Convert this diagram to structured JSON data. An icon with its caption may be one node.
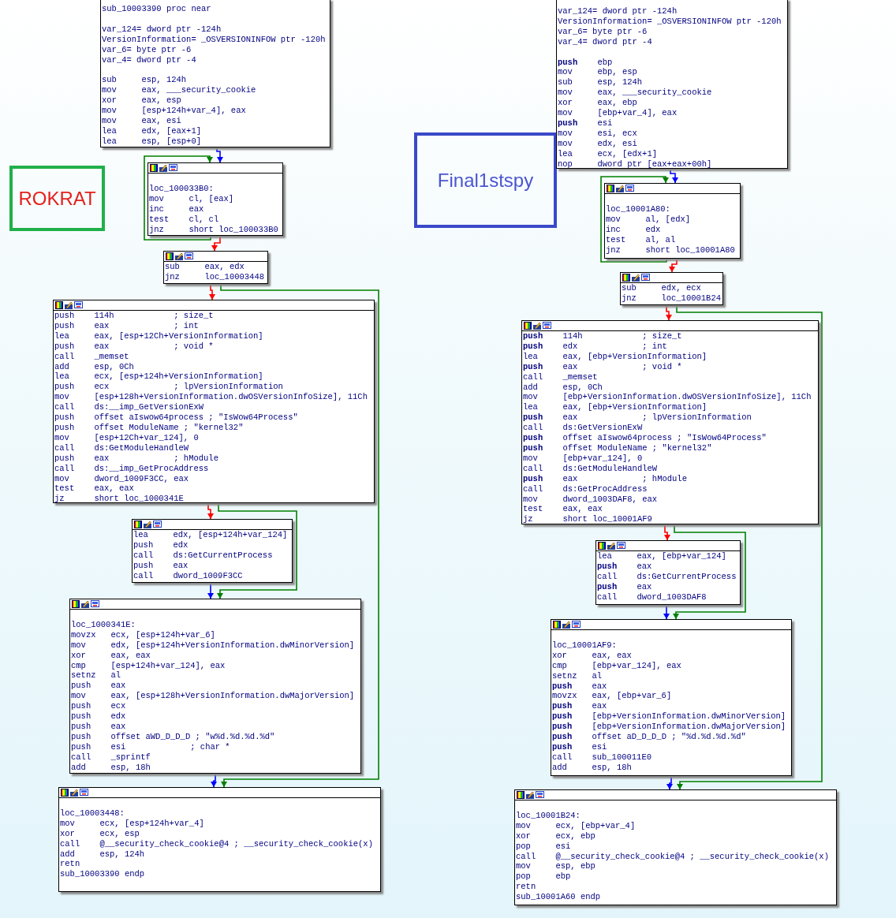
{
  "diagram": {
    "nodes": [
      {
        "text": [
          "ROKRAT"
        ]
      },
      {
        "text": [
          "sub_10003390 proc near",
          "var_124= dword ptr -124h",
          "VersionInformation= _OSVERSIONINFOW ptr -120h",
          "var_6= byte ptr -6",
          "var_4= dword ptr -4",
          "sub     esp, 124h",
          "mov     eax, ___security_cookie",
          "xor     eax, esp",
          "mov     [esp+124h+var_4], eax",
          "mov     eax, esi",
          "lea     edx, [eax+1]",
          "lea     esp, [esp+0]"
        ]
      },
      {
        "text": [
          "loc_100033B0:",
          "mov     cl, [eax]",
          "inc     eax",
          "test    cl, cl",
          "jnz     short loc_100033B0"
        ]
      },
      {
        "text": [
          "sub     eax, edx",
          "jnz     loc_10003448"
        ]
      },
      {
        "text": [
          "push    114h            ; size_t",
          "push    eax             ; int",
          "lea     eax, [esp+12Ch+VersionInformation]",
          "push    eax             ; void *",
          "call    _memset",
          "add     esp, 0Ch",
          "lea     ecx, [esp+124h+VersionInformation]",
          "push    ecx             ; lpVersionInformation",
          "mov     [esp+128h+VersionInformation.dwOSVersionInfoSize], 11Ch",
          "call    ds:__imp_GetVersionExW",
          "push    offset aIswow64process ; \"IsWow64Process\"",
          "push    offset ModuleName ; \"kernel32\"",
          "mov     [esp+12Ch+var_124], 0",
          "call    ds:GetModuleHandleW",
          "push    eax             ; hModule",
          "call    ds:__imp_GetProcAddress",
          "mov     dword_1009F3CC, eax",
          "test    eax, eax",
          "jz      short loc_1000341E"
        ]
      },
      {
        "text": [
          "lea     edx, [esp+124h+var_124]",
          "push    edx",
          "call    ds:GetCurrentProcess",
          "push    eax",
          "call    dword_1009F3CC"
        ]
      },
      {
        "text": [
          "loc_1000341E:",
          "movzx   ecx, [esp+124h+var_6]",
          "mov     edx, [esp+124h+VersionInformation.dwMinorVersion]",
          "xor     eax, eax",
          "cmp     [esp+124h+var_124], eax",
          "setnz   al",
          "push    eax",
          "mov     eax, [esp+128h+VersionInformation.dwMajorVersion]",
          "push    ecx",
          "push    edx",
          "push    eax",
          "push    offset aWD_D_D_D ; \"w%d.%d.%d.%d\"",
          "push    esi             ; char *",
          "call    _sprintf",
          "add     esp, 18h"
        ]
      },
      {
        "text": [
          "loc_10003448:",
          "mov     ecx, [esp+124h+var_4]",
          "xor     ecx, esp",
          "call    @__security_check_cookie@4 ; __security_check_cookie(x)",
          "add     esp, 124h",
          "retn",
          "sub_10003390 endp"
        ]
      },
      {
        "text": [
          "Final1stspy"
        ]
      },
      {
        "text": [
          "var_124= dword ptr -124h",
          "VersionInformation= _OSVERSIONINFOW ptr -120h",
          "var_6= byte ptr -6",
          "var_4= dword ptr -4",
          "**push**    ebp",
          "mov     ebp, esp",
          "sub     esp, 124h",
          "mov     eax, ___security_cookie",
          "xor     eax, ebp",
          "mov     [ebp+var_4], eax",
          "**push**    esi",
          "mov     esi, ecx",
          "mov     edx, esi",
          "lea     ecx, [edx+1]",
          "nop     dword ptr [eax+eax+00h]"
        ]
      },
      {
        "text": [
          "loc_10001A80:",
          "mov     al, [edx]",
          "inc     edx",
          "test    al, al",
          "jnz     short loc_10001A80"
        ]
      },
      {
        "text": [
          "sub     edx, ecx",
          "jnz     loc_10001B24"
        ]
      },
      {
        "text": [
          "**push**    114h            ; size_t",
          "**push**    edx             ; int",
          "lea     eax, [ebp+VersionInformation]",
          "**push**    eax             ; void *",
          "call    _memset",
          "add     esp, 0Ch",
          "mov     [ebp+VersionInformation.dwOSVersionInfoSize], 11Ch",
          "lea     eax, [ebp+VersionInformation]",
          "**push**    eax             ; lpVersionInformation",
          "call    ds:GetVersionExW",
          "**push**    offset aIswow64process ; \"IsWow64Process\"",
          "**push**    offset ModuleName ; \"kernel32\"",
          "mov     [ebp+var_124], 0",
          "call    ds:GetModuleHandleW",
          "**push**    eax             ; hModule",
          "call    ds:GetProcAddress",
          "mov     dword_1003DAF8, eax",
          "test    eax, eax",
          "jz      short loc_10001AF9"
        ]
      },
      {
        "text": [
          "lea     eax, [ebp+var_124]",
          "**push**    eax",
          "call    ds:GetCurrentProcess",
          "**push**    eax",
          "call    dword_1003DAF8"
        ]
      },
      {
        "text": [
          "loc_10001AF9:",
          "xor     eax, eax",
          "cmp     [ebp+var_124], eax",
          "setnz   al",
          "**push**    eax",
          "movzx   eax, [ebp+var_6]",
          "**push**    eax",
          "**push**    [ebp+VersionInformation.dwMinorVersion]",
          "**push**    [ebp+VersionInformation.dwMajorVersion]",
          "**push**    offset aD_D_D_D ; \"%d.%d.%d.%d\"",
          "**push**    esi",
          "call    sub_100011E0",
          "add     esp, 18h"
        ]
      },
      {
        "text": [
          "loc_10001B24:",
          "mov     ecx, [ebp+var_4]",
          "xor     ecx, ebp",
          "pop     esi",
          "call    @__security_check_cookie@4 ; __security_check_cookie(x)",
          "mov     esp, ebp",
          "pop     ebp",
          "retn",
          "sub_10001A60 endp"
        ]
      }
    ],
    "edges": [
      {
        "from": 1,
        "to": 2,
        "arrow": "to",
        "color": "#0000ff"
      },
      {
        "from": 2,
        "to": 2,
        "arrow": "to",
        "color": "#007f00"
      },
      {
        "from": 2,
        "to": 3,
        "arrow": "to",
        "color": "#ff0000"
      },
      {
        "from": 3,
        "to": 4,
        "arrow": "to",
        "color": "#ff0000"
      },
      {
        "from": 3,
        "to": 7,
        "arrow": "to",
        "color": "#007f00"
      },
      {
        "from": 4,
        "to": 5,
        "arrow": "to",
        "color": "#ff0000"
      },
      {
        "from": 4,
        "to": 6,
        "arrow": "to",
        "color": "#007f00"
      },
      {
        "from": 5,
        "to": 6,
        "arrow": "to",
        "color": "#0000ff"
      },
      {
        "from": 6,
        "to": 7,
        "arrow": "to",
        "color": "#0000ff"
      },
      {
        "from": 9,
        "to": 10,
        "arrow": "to",
        "color": "#0000ff"
      },
      {
        "from": 10,
        "to": 10,
        "arrow": "to",
        "color": "#007f00"
      },
      {
        "from": 10,
        "to": 11,
        "arrow": "to",
        "color": "#ff0000"
      },
      {
        "from": 11,
        "to": 12,
        "arrow": "to",
        "color": "#ff0000"
      },
      {
        "from": 11,
        "to": 15,
        "arrow": "to",
        "color": "#007f00"
      },
      {
        "from": 12,
        "to": 13,
        "arrow": "to",
        "color": "#ff0000"
      },
      {
        "from": 12,
        "to": 14,
        "arrow": "to",
        "color": "#007f00"
      },
      {
        "from": 13,
        "to": 14,
        "arrow": "to",
        "color": "#0000ff"
      },
      {
        "from": 14,
        "to": 15,
        "arrow": "to",
        "color": "#0000ff"
      }
    ]
  }
}
